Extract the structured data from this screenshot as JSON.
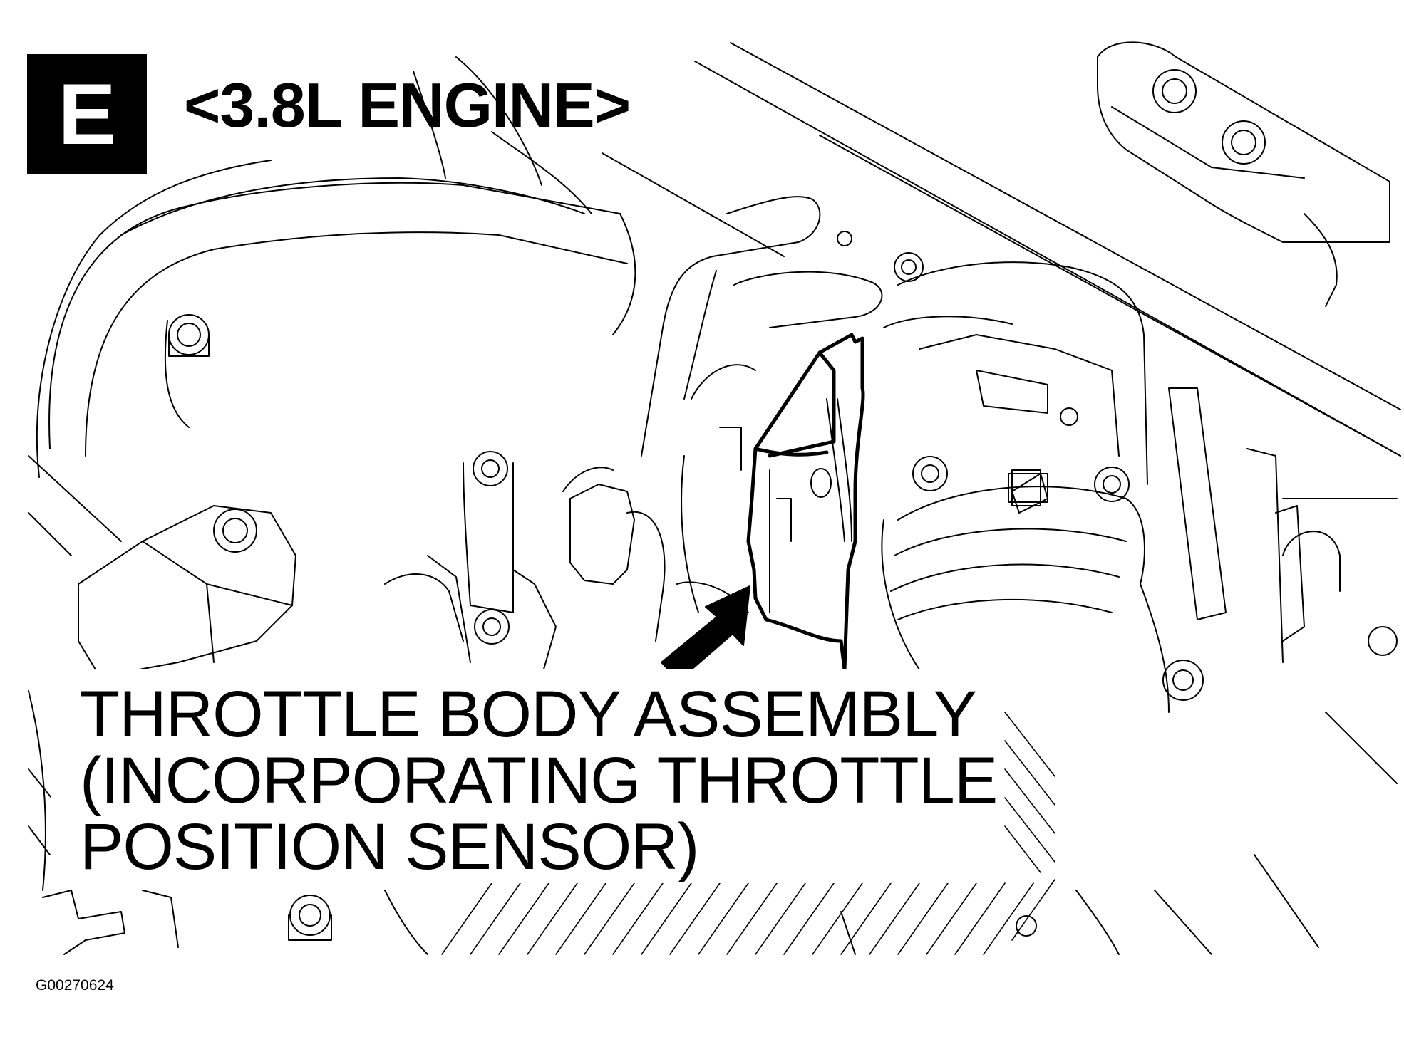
{
  "section": {
    "letter": "E"
  },
  "title": "<3.8L ENGINE>",
  "callout": {
    "lines": [
      "THROTTLE BODY ASSEMBLY",
      "(INCORPORATING THROTTLE",
      "POSITION SENSOR)"
    ]
  },
  "figure_id": "G00270624",
  "icons": {
    "pointer": "arrow-icon"
  },
  "colors": {
    "ink": "#000000",
    "paper": "#ffffff"
  }
}
